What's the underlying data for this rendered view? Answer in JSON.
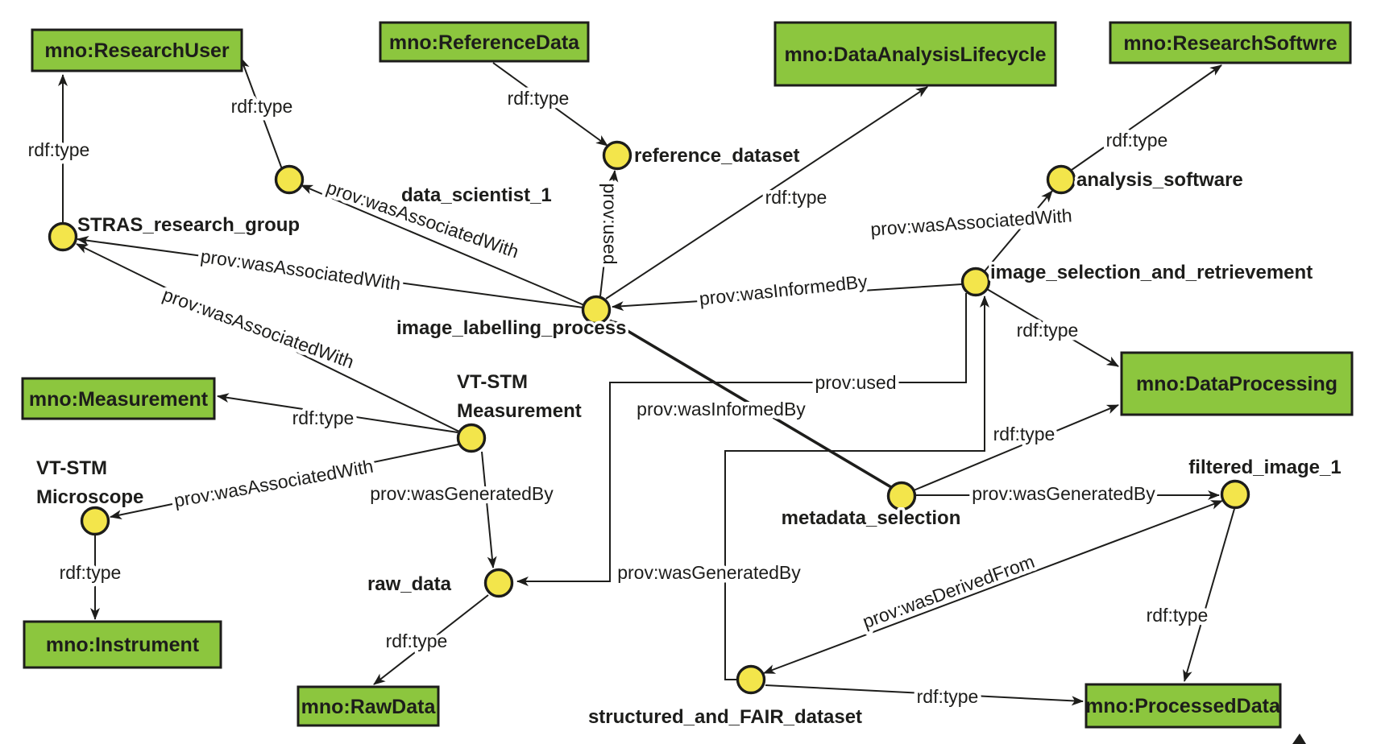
{
  "title": "RDF / PROV-O provenance graph of a microscopy data analysis workflow",
  "colors": {
    "class_box_fill": "#8cc63e",
    "instance_fill": "#f3e54b",
    "ink": "#1d1d1b",
    "background": "#ffffff"
  },
  "classes": [
    {
      "id": "mno-research-user",
      "label": "mno:ResearchUser"
    },
    {
      "id": "mno-reference-data",
      "label": "mno:ReferenceData"
    },
    {
      "id": "mno-data-analysis-lifecycle",
      "label": "mno:DataAnalysisLifecycle"
    },
    {
      "id": "mno-research-softwre",
      "label": "mno:ResearchSoftwre"
    },
    {
      "id": "mno-measurement",
      "label": "mno:Measurement"
    },
    {
      "id": "mno-instrument",
      "label": "mno:Instrument"
    },
    {
      "id": "mno-raw-data",
      "label": "mno:RawData"
    },
    {
      "id": "mno-data-processing",
      "label": "mno:DataProcessing"
    },
    {
      "id": "mno-processed-data",
      "label": "mno:ProcessedData"
    }
  ],
  "instances": [
    {
      "id": "stras-research-group",
      "label": "STRAS_research_group"
    },
    {
      "id": "data-scientist-1",
      "label": "data_scientist_1"
    },
    {
      "id": "reference-dataset",
      "label": "reference_dataset"
    },
    {
      "id": "image-labelling-process",
      "label": "image_labelling_process"
    },
    {
      "id": "analysis-software",
      "label": "analysis_software"
    },
    {
      "id": "image-selection-and-retrievement",
      "label": "image_selection_and_retrievement"
    },
    {
      "id": "vtstm-measurement",
      "label": "VT-STM Measurement",
      "line1": "VT-STM",
      "line2": "Measurement"
    },
    {
      "id": "vtstm-microscope",
      "label": "VT-STM Microscope",
      "line1": "VT-STM",
      "line2": "Microscope"
    },
    {
      "id": "raw-data",
      "label": "raw_data"
    },
    {
      "id": "metadata-selection",
      "label": "metadata_selection"
    },
    {
      "id": "filtered-image-1",
      "label": "filtered_image_1"
    },
    {
      "id": "structured-and-fair-dataset",
      "label": "structured_and_FAIR_dataset"
    }
  ],
  "edges": [
    {
      "from": "STRAS_research_group",
      "to": "mno:ResearchUser",
      "label": "rdf:type"
    },
    {
      "from": "data_scientist_1",
      "to": "mno:ResearchUser",
      "label": "rdf:type"
    },
    {
      "from": "image_labelling_process",
      "to": "data_scientist_1",
      "label": "prov:wasAssociatedWith"
    },
    {
      "from": "image_labelling_process",
      "to": "STRAS_research_group",
      "label": "prov:wasAssociatedWith"
    },
    {
      "from": "VT-STM Measurement",
      "to": "STRAS_research_group",
      "label": "prov:wasAssociatedWith"
    },
    {
      "from": "mno:ReferenceData",
      "to": "reference_dataset",
      "label": "rdf:type"
    },
    {
      "from": "image_labelling_process",
      "to": "reference_dataset",
      "label": "prov:used"
    },
    {
      "from": "image_labelling_process",
      "to": "mno:DataAnalysisLifecycle",
      "label": "rdf:type"
    },
    {
      "from": "image_selection_and_retrievement",
      "to": "image_labelling_process",
      "label": "prov:wasInformedBy"
    },
    {
      "from": "image_selection_and_retrievement",
      "to": "analysis_software",
      "label": "prov:wasAssociatedWith"
    },
    {
      "from": "analysis_software",
      "to": "mno:ResearchSoftwre",
      "label": "rdf:type"
    },
    {
      "from": "image_selection_and_retrievement",
      "to": "mno:DataProcessing",
      "label": "rdf:type"
    },
    {
      "from": "metadata_selection",
      "to": "mno:DataProcessing",
      "label": "rdf:type"
    },
    {
      "from": "metadata_selection",
      "to": "image_labelling_process",
      "label": "prov:wasInformedBy"
    },
    {
      "from": "image_selection_and_retrievement",
      "to": "raw_data",
      "label": "prov:used"
    },
    {
      "from": "VT-STM Measurement",
      "to": "raw_data",
      "label": "prov:wasGeneratedBy"
    },
    {
      "from": "structured_and_FAIR_dataset",
      "to": "image_selection_and_retrievement",
      "label": "prov:wasGeneratedBy"
    },
    {
      "from": "metadata_selection",
      "to": "filtered_image_1",
      "label": "prov:wasGeneratedBy"
    },
    {
      "from": "structured_and_FAIR_dataset",
      "to": "filtered_image_1",
      "label": "prov:wasDerivedFrom"
    },
    {
      "from": "filtered_image_1",
      "to": "mno:ProcessedData",
      "label": "rdf:type"
    },
    {
      "from": "structured_and_FAIR_dataset",
      "to": "mno:ProcessedData",
      "label": "rdf:type"
    },
    {
      "from": "raw_data",
      "to": "mno:RawData",
      "label": "rdf:type"
    },
    {
      "from": "VT-STM Measurement",
      "to": "mno:Measurement",
      "label": "rdf:type"
    },
    {
      "from": "VT-STM Measurement",
      "to": "VT-STM Microscope",
      "label": "prov:wasAssociatedWith"
    },
    {
      "from": "VT-STM Microscope",
      "to": "mno:Instrument",
      "label": "rdf:type"
    }
  ]
}
